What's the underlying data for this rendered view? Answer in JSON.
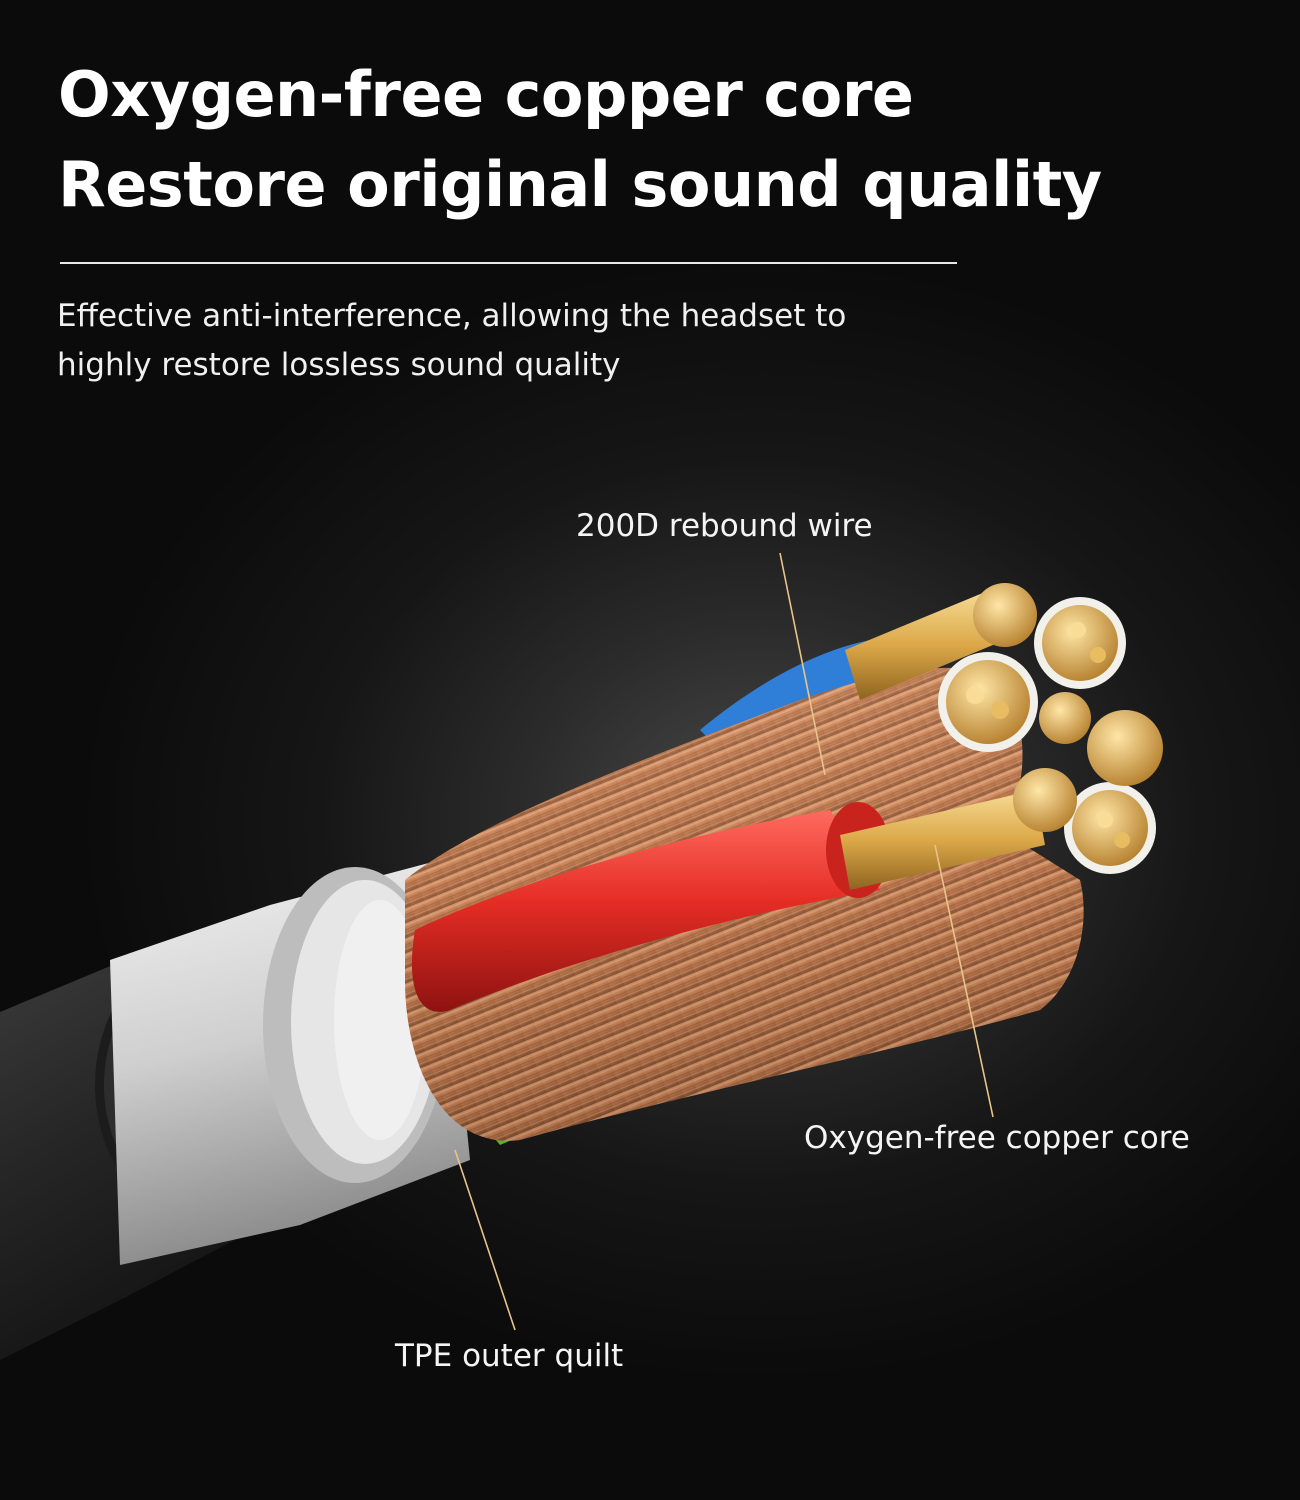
{
  "headline": {
    "line1": "Oxygen-free copper core",
    "line2": "Restore original sound quality"
  },
  "subtitle": {
    "line1": "Effective anti-interference, allowing the headset to",
    "line2": "highly restore lossless sound quality"
  },
  "callouts": {
    "rebound_wire": "200D rebound wire",
    "copper_core": "Oxygen-free copper core",
    "outer_quilt": "TPE outer quilt"
  },
  "colors": {
    "background": "#0b0b0b",
    "outer_jacket": "#2e2e2e",
    "white_insulation": "#d8d8d8",
    "copper": "#c98a5e",
    "gold_core": "#e1b24c",
    "red_insulation": "#e42c25",
    "blue_insulation": "#2f7fd8",
    "green_insulation": "#5fae2f",
    "leader_line": "#e8c48a"
  }
}
